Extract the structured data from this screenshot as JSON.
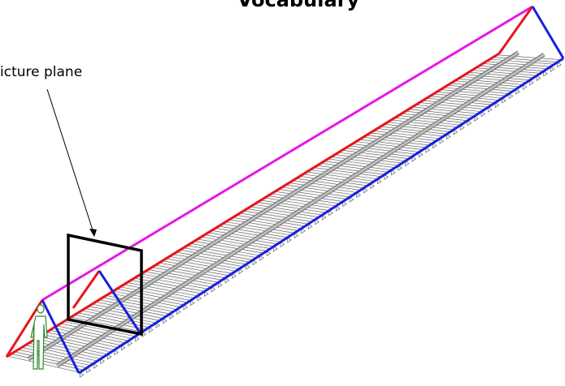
{
  "title": "Vocabulary",
  "annotation": {
    "label": "icture plane"
  },
  "colors": {
    "left_ground_edge": "#e8141b",
    "right_ground_edge": "#1a1fe0",
    "top_edge": "#e618e6",
    "picture_plane": "#000000",
    "rail": "#bdbdbd",
    "tie": "#f4f4f4",
    "figure": "#2e8b2e"
  },
  "icons": {
    "figure": "standing-observer",
    "track": "railroad-track",
    "frame": "picture-plane-frame"
  }
}
